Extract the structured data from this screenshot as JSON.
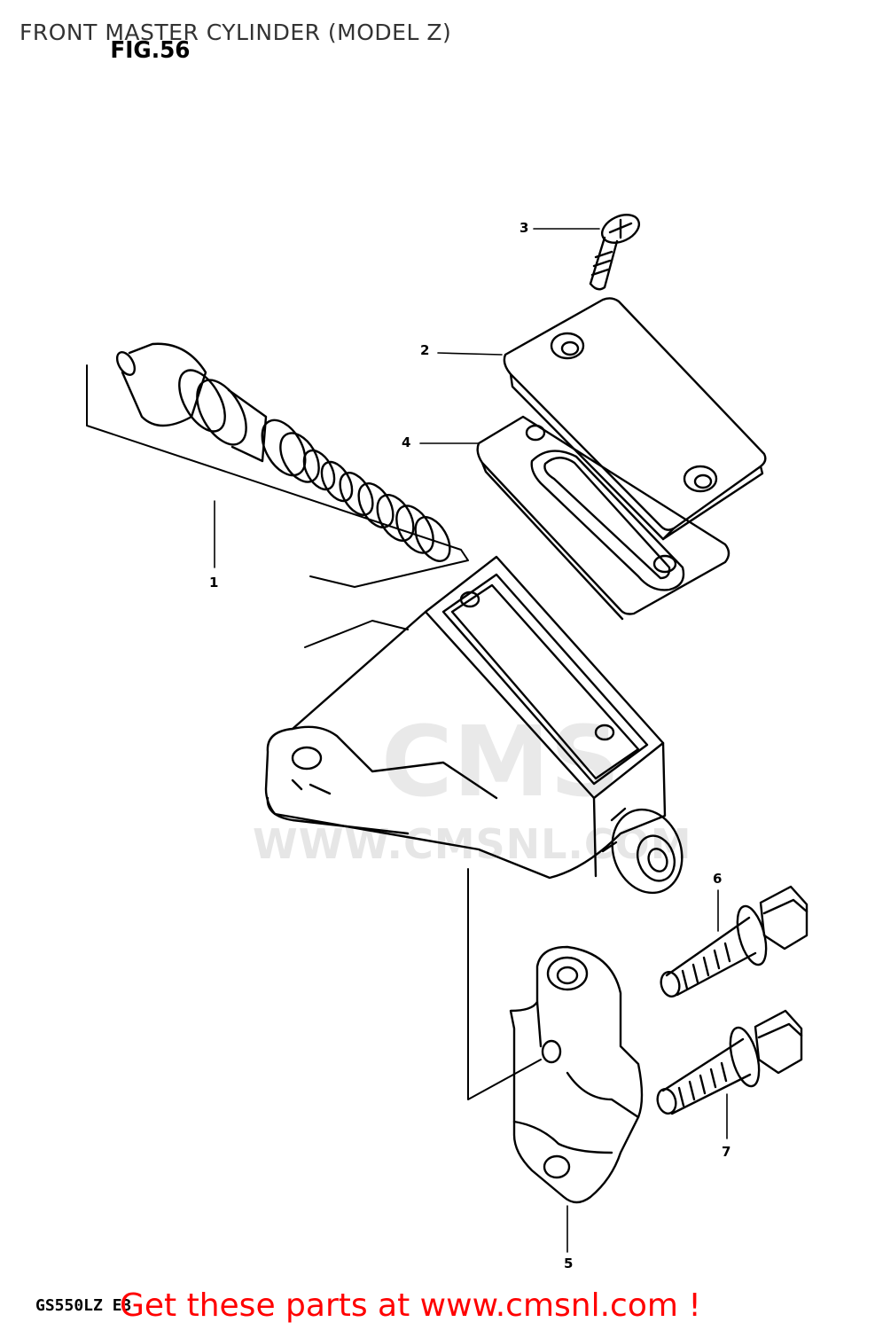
{
  "header": {
    "title": "FRONT MASTER CYLINDER (MODEL Z)",
    "figure": "FIG.56"
  },
  "watermark": {
    "logo_text": "CMS",
    "url_text": "WWW.CMSNL.COM"
  },
  "callouts": [
    {
      "number": "1"
    },
    {
      "number": "2"
    },
    {
      "number": "3"
    },
    {
      "number": "4"
    },
    {
      "number": "5"
    },
    {
      "number": "6"
    },
    {
      "number": "7"
    }
  ],
  "footer": {
    "model_code": "GS550LZ E3",
    "cta": "Get these parts at www.cmsnl.com !"
  },
  "colors": {
    "line": "#000000",
    "cta": "#ff0000",
    "watermark": "#e6e6e6"
  }
}
